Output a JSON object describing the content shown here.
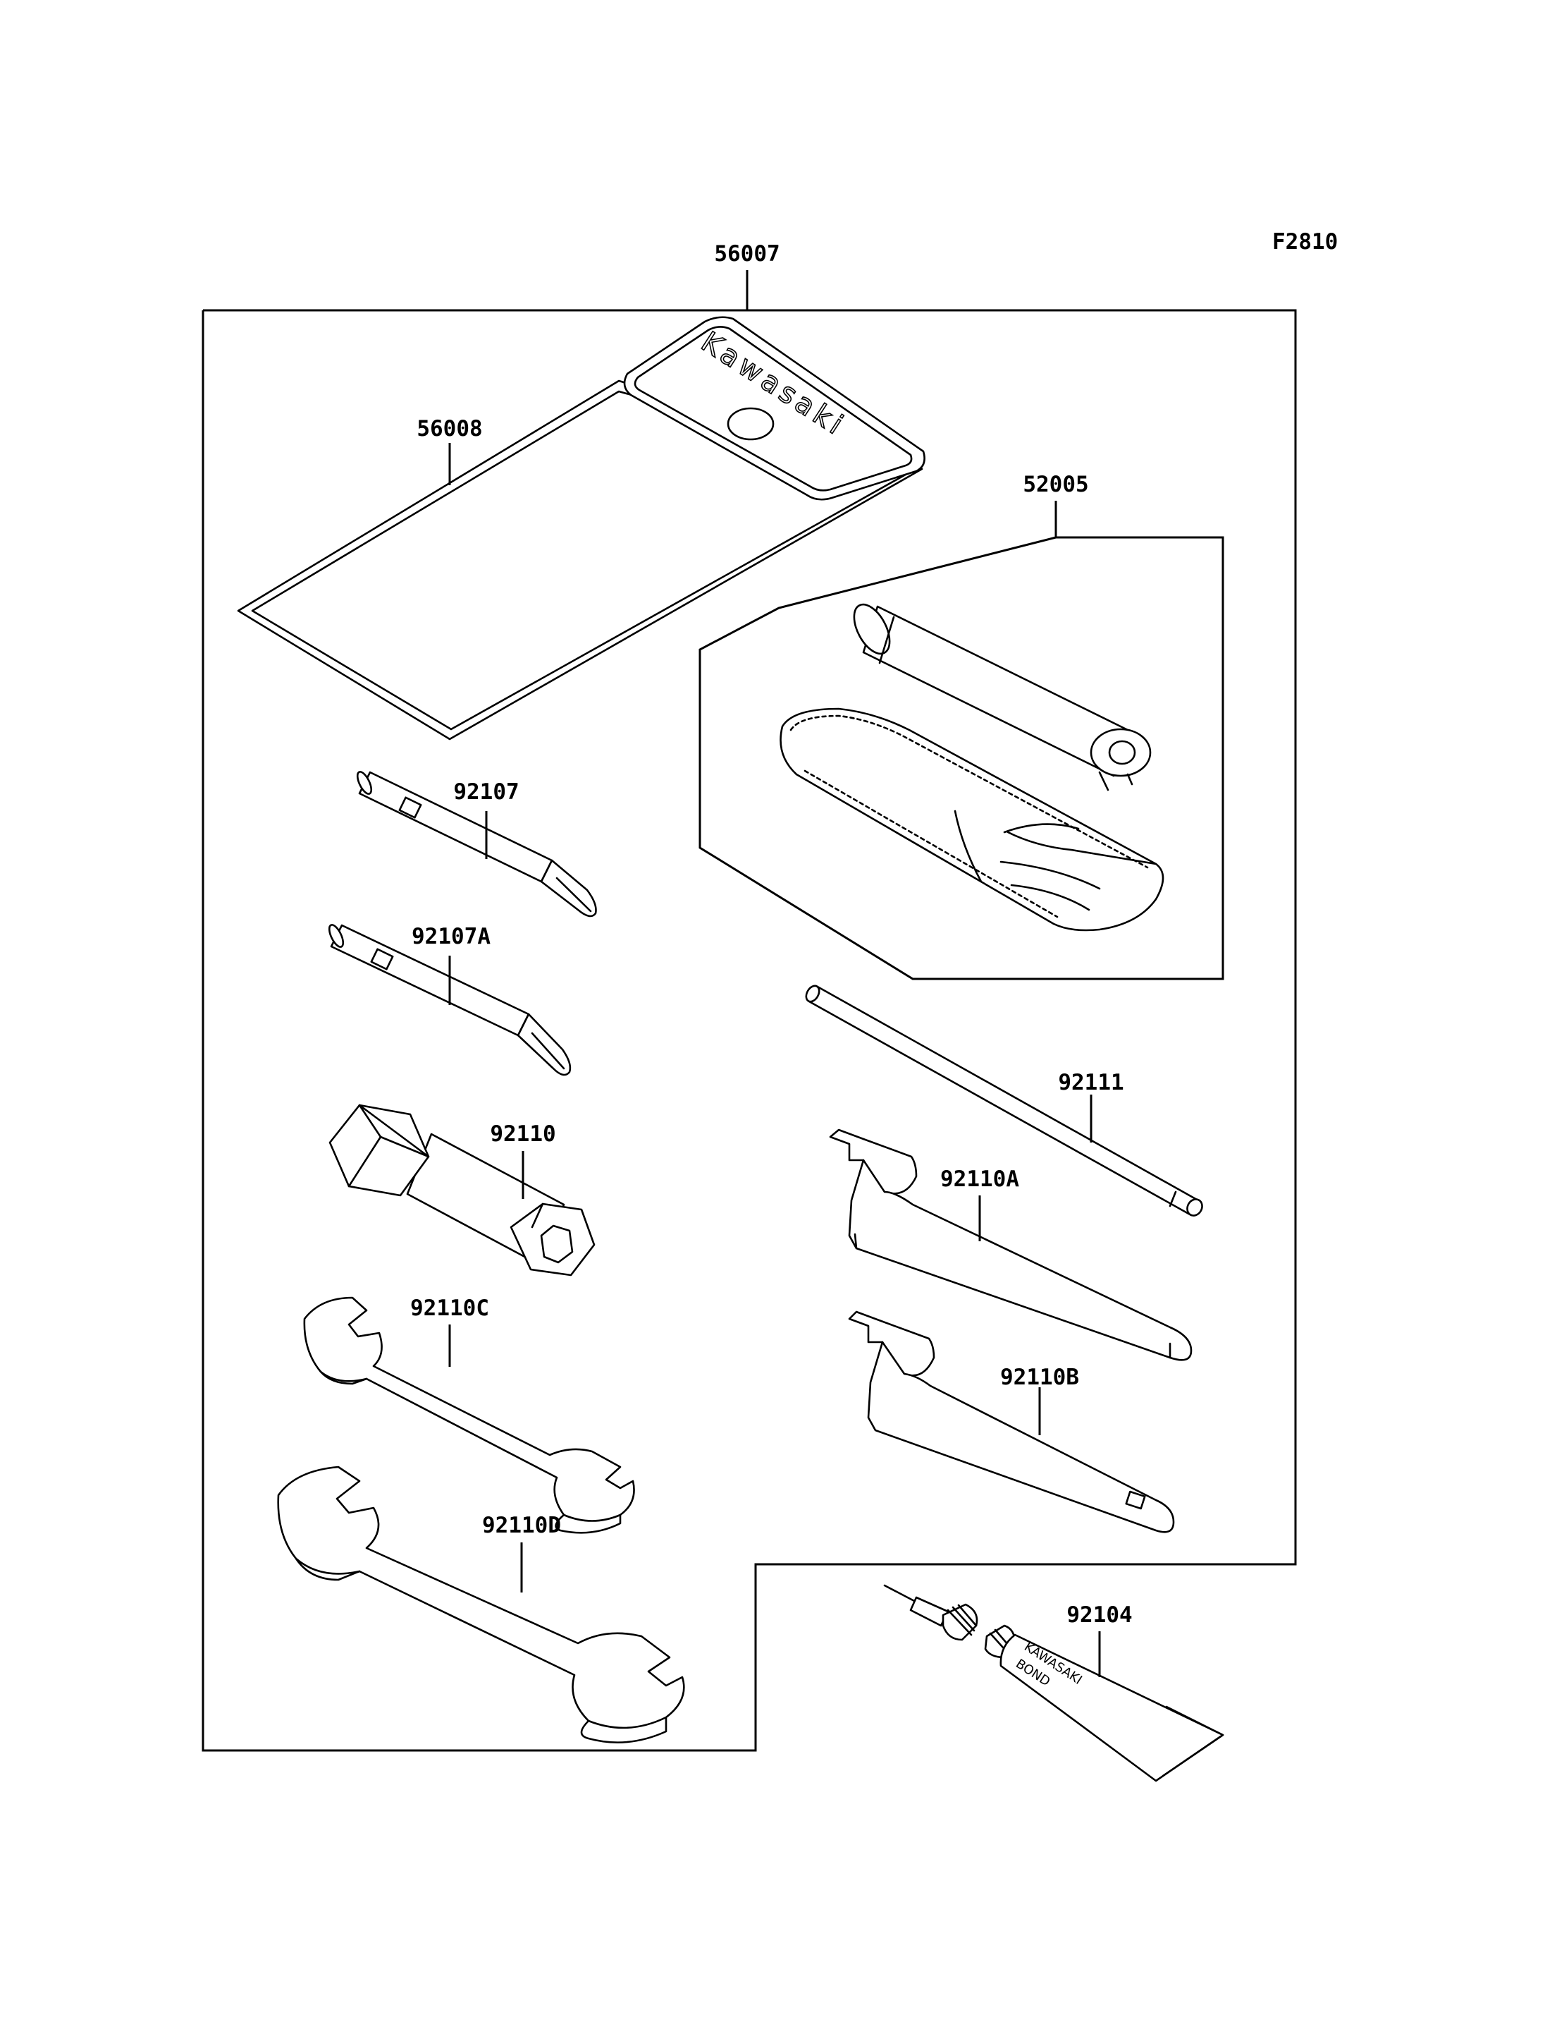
{
  "figure_code": "F2810",
  "brand_mark": "Kawasaki",
  "tube_text": [
    "KAWASAKI",
    "BOND"
  ],
  "parts": [
    {
      "key": "p56007",
      "number": "56007"
    },
    {
      "key": "p56008",
      "number": "56008"
    },
    {
      "key": "p52005",
      "number": "52005"
    },
    {
      "key": "p92107",
      "number": "92107"
    },
    {
      "key": "p92107A",
      "number": "92107A"
    },
    {
      "key": "p92110",
      "number": "92110"
    },
    {
      "key": "p92111",
      "number": "92111"
    },
    {
      "key": "p92110A",
      "number": "92110A"
    },
    {
      "key": "p92110C",
      "number": "92110C"
    },
    {
      "key": "p92110B",
      "number": "92110B"
    },
    {
      "key": "p92110D",
      "number": "92110D"
    },
    {
      "key": "p92104",
      "number": "92104"
    }
  ]
}
